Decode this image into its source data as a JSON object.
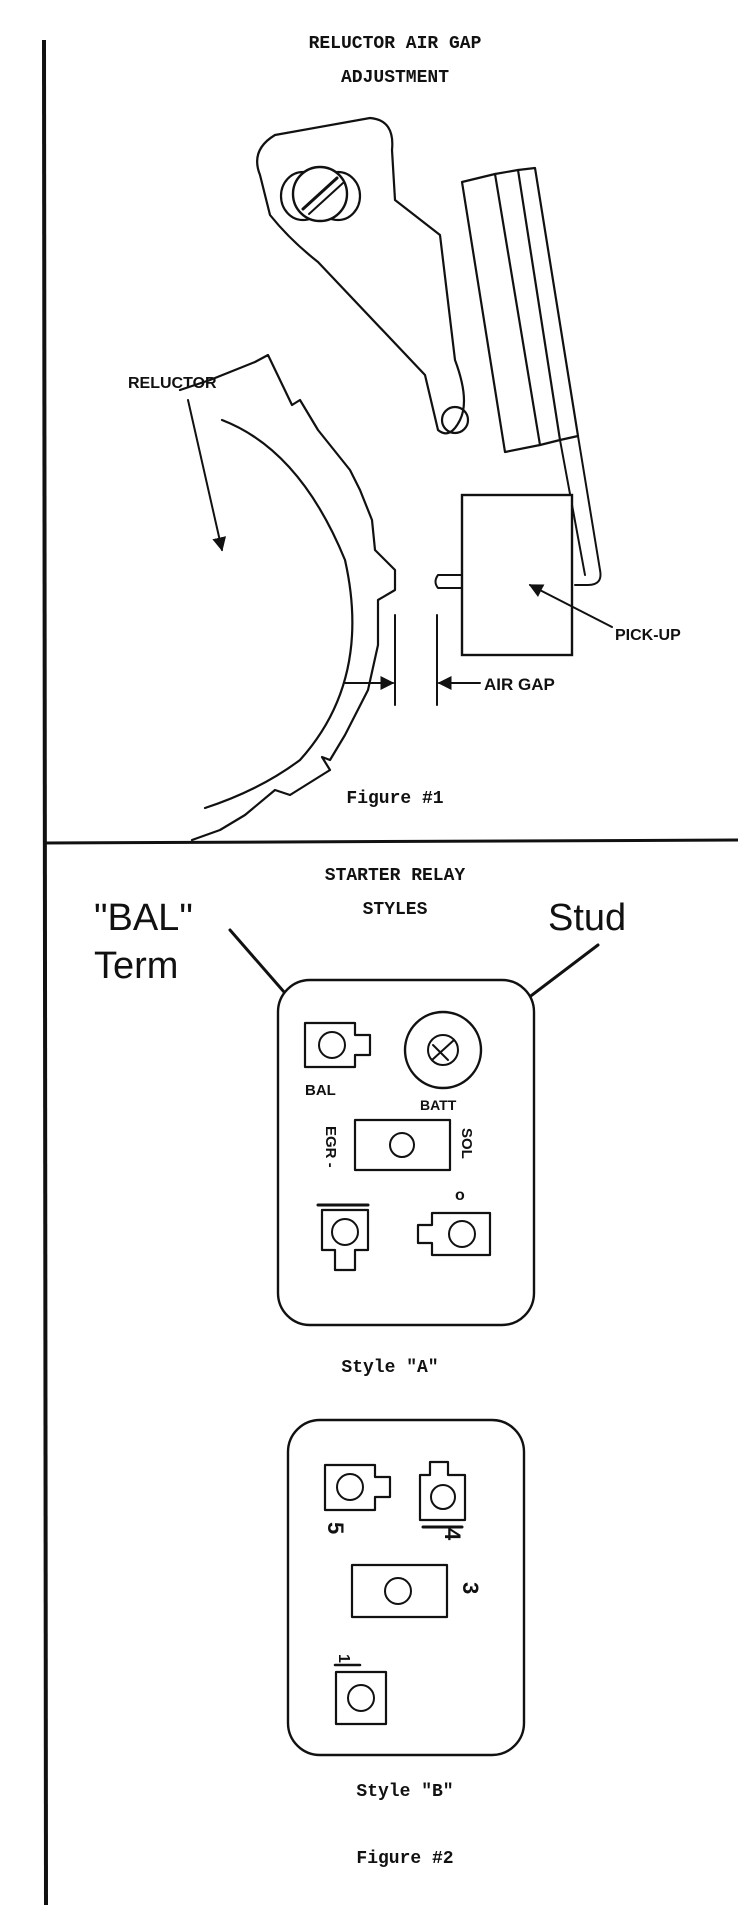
{
  "figure1": {
    "title_line1": "RELUCTOR AIR GAP",
    "title_line2": "ADJUSTMENT",
    "label_reluctor": "RELUCTOR",
    "label_pickup": "PICK-UP",
    "label_air_gap": "AIR GAP",
    "caption": "Figure #1"
  },
  "figure2": {
    "title_line1": "STARTER RELAY",
    "title_line2": "STYLES",
    "callout_bal_line1": "\"BAL\"",
    "callout_bal_line2": "Term",
    "callout_stud": "Stud",
    "style_a": {
      "label_bal": "BAL",
      "label_batt": "BATT",
      "label_egr": "EGR -",
      "label_sol": "SOL",
      "label_circle_mark": "o",
      "caption": "Style \"A\""
    },
    "style_b": {
      "label_5": "5",
      "label_4": "4",
      "label_3": "3",
      "label_1": "1",
      "caption": "Style \"B\""
    },
    "caption": "Figure #2"
  },
  "colors": {
    "ink": "#111111",
    "paper": "#ffffff"
  }
}
